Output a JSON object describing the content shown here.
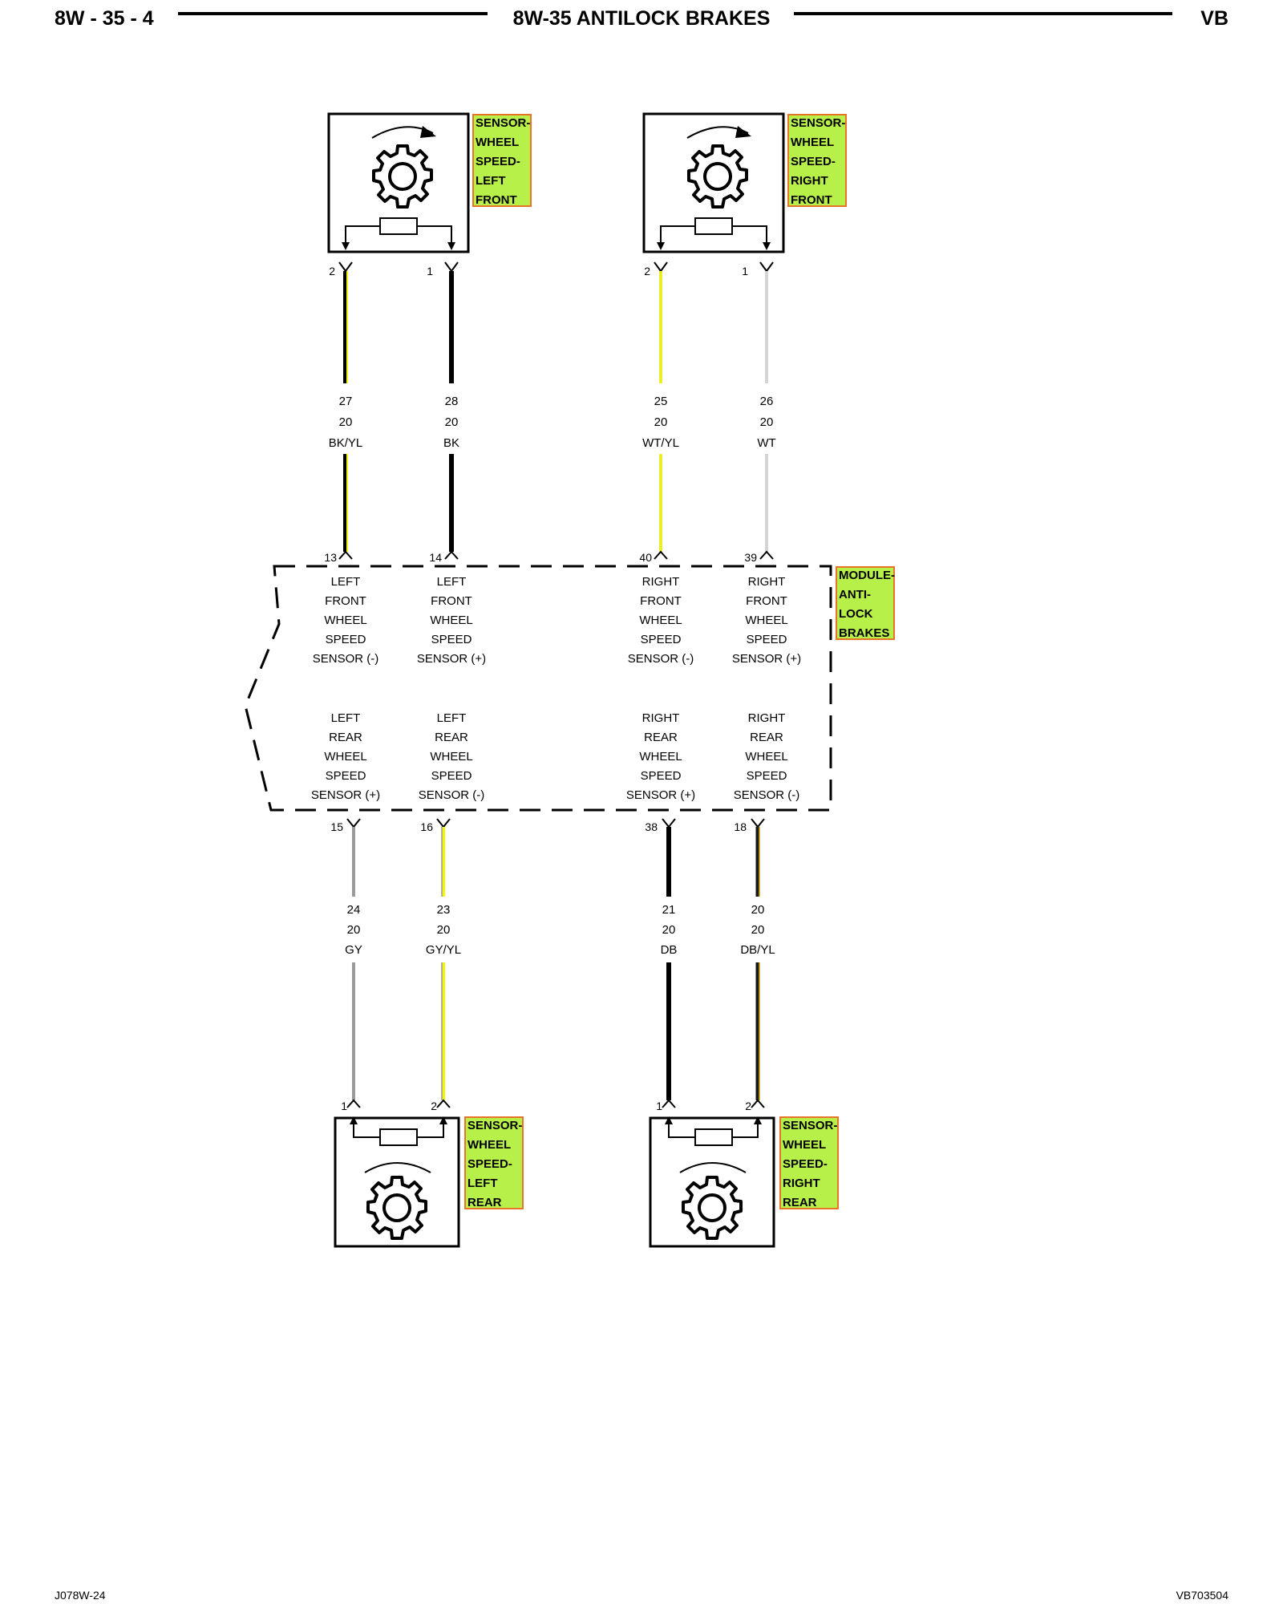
{
  "header": {
    "page_code": "8W - 35 - 4",
    "title": "8W-35 ANTILOCK BRAKES",
    "model": "VB"
  },
  "footer": {
    "left_code": "J078W-24",
    "right_code": "VB703504"
  },
  "module": {
    "tag": [
      "MODULE-",
      "ANTI-",
      "LOCK",
      "BRAKES"
    ],
    "front_functions": {
      "lf_minus": [
        "LEFT",
        "FRONT",
        "WHEEL",
        "SPEED",
        "SENSOR (-)"
      ],
      "lf_plus": [
        "LEFT",
        "FRONT",
        "WHEEL",
        "SPEED",
        "SENSOR (+)"
      ],
      "rf_minus": [
        "RIGHT",
        "FRONT",
        "WHEEL",
        "SPEED",
        "SENSOR (-)"
      ],
      "rf_plus": [
        "RIGHT",
        "FRONT",
        "WHEEL",
        "SPEED",
        "SENSOR (+)"
      ]
    },
    "rear_functions": {
      "lr_plus": [
        "LEFT",
        "REAR",
        "WHEEL",
        "SPEED",
        "SENSOR (+)"
      ],
      "lr_minus": [
        "LEFT",
        "REAR",
        "WHEEL",
        "SPEED",
        "SENSOR (-)"
      ],
      "rr_plus": [
        "RIGHT",
        "REAR",
        "WHEEL",
        "SPEED",
        "SENSOR (+)"
      ],
      "rr_minus": [
        "RIGHT",
        "REAR",
        "WHEEL",
        "SPEED",
        "SENSOR (-)"
      ]
    }
  },
  "sensors": {
    "lf": {
      "tag": [
        "SENSOR-",
        "WHEEL",
        "SPEED-",
        "LEFT",
        "FRONT"
      ],
      "pins": [
        "2",
        "1"
      ]
    },
    "rf": {
      "tag": [
        "SENSOR-",
        "WHEEL",
        "SPEED-",
        "RIGHT",
        "FRONT"
      ],
      "pins": [
        "2",
        "1"
      ]
    },
    "lr": {
      "tag": [
        "SENSOR-",
        "WHEEL",
        "SPEED-",
        "LEFT",
        "REAR"
      ],
      "pins": [
        "1",
        "2"
      ]
    },
    "rr": {
      "tag": [
        "SENSOR-",
        "WHEEL",
        "SPEED-",
        "RIGHT",
        "REAR"
      ],
      "pins": [
        "1",
        "2"
      ]
    }
  },
  "wires": {
    "w1": {
      "circuit": "27",
      "gauge": "20",
      "color_code": "BK/YL",
      "module_pin": "13",
      "color": "#000000",
      "stripe": "#f5f50a"
    },
    "w2": {
      "circuit": "28",
      "gauge": "20",
      "color_code": "BK",
      "module_pin": "14",
      "color": "#000000"
    },
    "w3": {
      "circuit": "25",
      "gauge": "20",
      "color_code": "WT/YL",
      "module_pin": "40",
      "color": "#eded2a"
    },
    "w4": {
      "circuit": "26",
      "gauge": "20",
      "color_code": "WT",
      "module_pin": "39",
      "color": "#d4d4d4"
    },
    "w5": {
      "circuit": "24",
      "gauge": "20",
      "color_code": "GY",
      "module_pin": "15",
      "color": "#9a9a9a"
    },
    "w6": {
      "circuit": "23",
      "gauge": "20",
      "color_code": "GY/YL",
      "module_pin": "16",
      "color": "#9a9a9a",
      "stripe": "#f5f50a"
    },
    "w7": {
      "circuit": "21",
      "gauge": "20",
      "color_code": "DB",
      "module_pin": "38",
      "color": "#000000"
    },
    "w8": {
      "circuit": "20",
      "gauge": "20",
      "color_code": "DB/YL",
      "module_pin": "18",
      "color": "#1a1a1a",
      "stripe": "#c89a00"
    }
  },
  "colors": {
    "tag_fill": "#b8f04a",
    "tag_border": "#e8742a"
  }
}
